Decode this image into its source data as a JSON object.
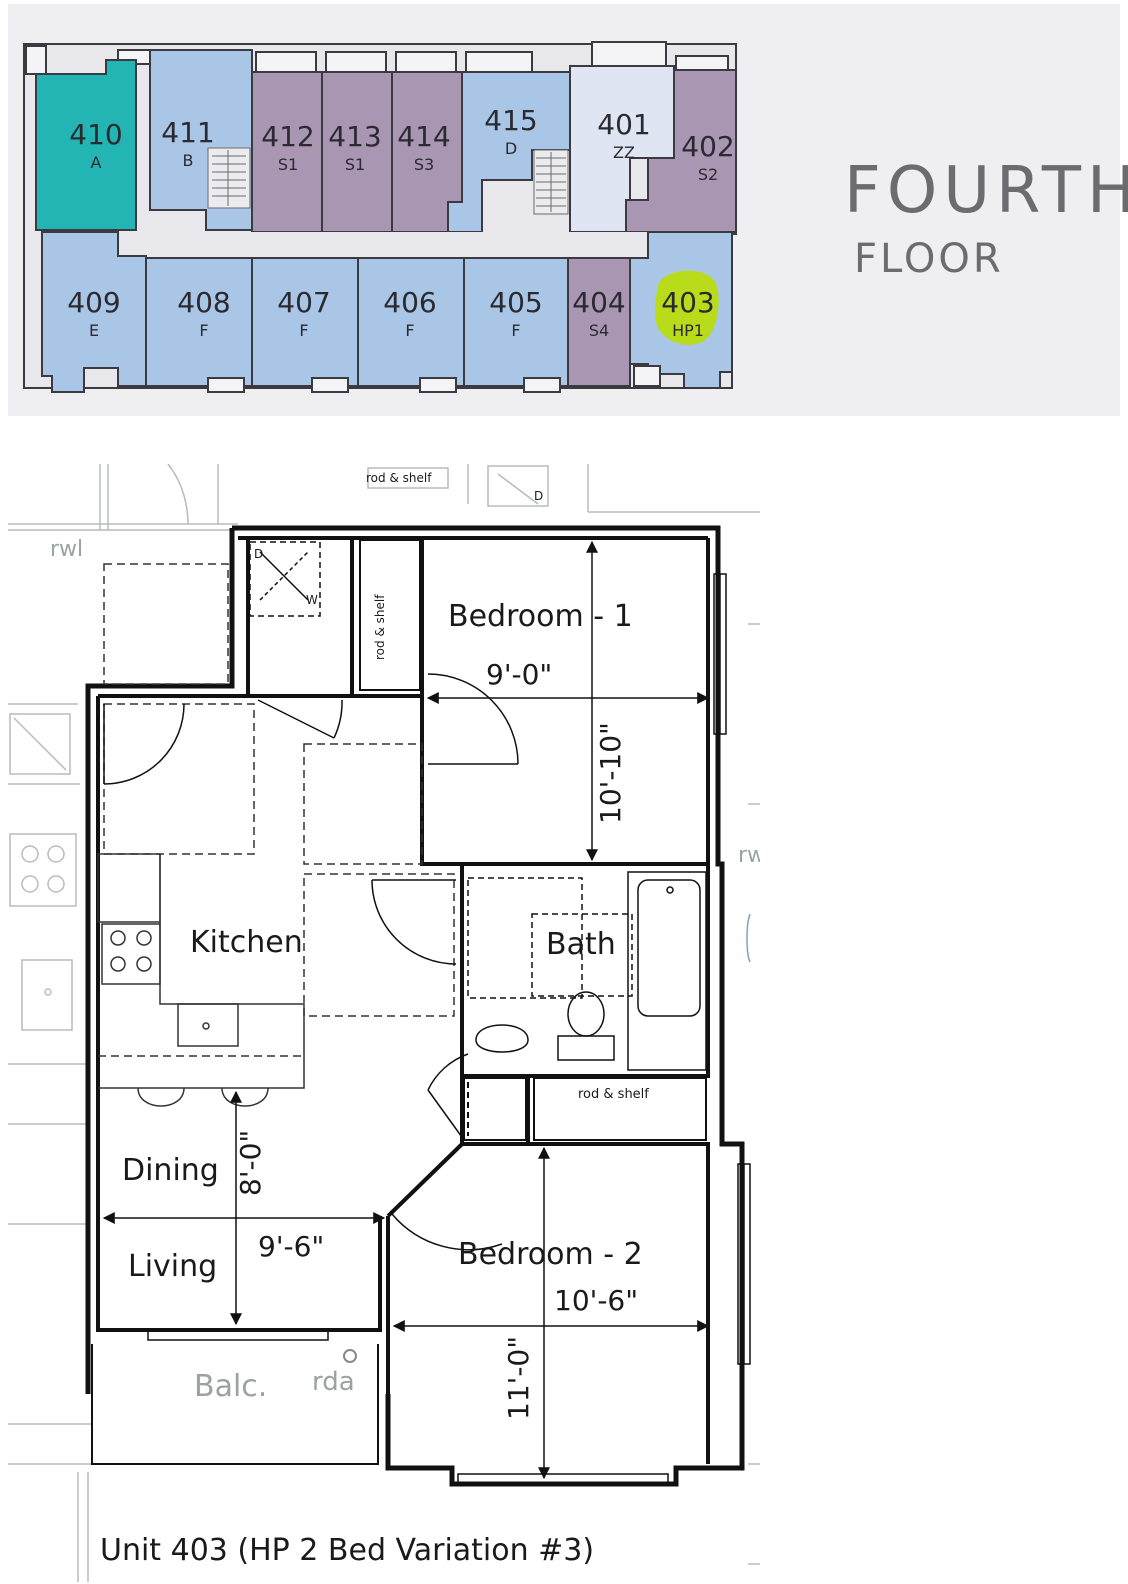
{
  "key_plan": {
    "title": "FOURTH",
    "subtitle": "FLOOR",
    "colors": {
      "teal": "#23b5b3",
      "blue": "#aac6e7",
      "purple": "#a996b2",
      "light": "#dfe5f2",
      "highlight": "#b8dc1a",
      "outline": "#3a3a40"
    },
    "units": [
      {
        "number": "410",
        "type": "A"
      },
      {
        "number": "411",
        "type": "B"
      },
      {
        "number": "412",
        "type": "S1"
      },
      {
        "number": "413",
        "type": "S1"
      },
      {
        "number": "414",
        "type": "S3"
      },
      {
        "number": "415",
        "type": "D"
      },
      {
        "number": "401",
        "type": "ZZ"
      },
      {
        "number": "402",
        "type": "S2"
      },
      {
        "number": "409",
        "type": "E"
      },
      {
        "number": "408",
        "type": "F"
      },
      {
        "number": "407",
        "type": "F"
      },
      {
        "number": "406",
        "type": "F"
      },
      {
        "number": "405",
        "type": "F"
      },
      {
        "number": "404",
        "type": "S4"
      },
      {
        "number": "403",
        "type": "HP1"
      }
    ]
  },
  "floor_plan": {
    "rooms": {
      "bedroom1": "Bedroom - 1",
      "kitchen": "Kitchen",
      "bath": "Bath",
      "dining": "Dining",
      "living": "Living",
      "bedroom2": "Bedroom - 2",
      "balcony": "Balc."
    },
    "dimensions": {
      "bedroom1_width": "9'-0\"",
      "bedroom1_depth": "10'-10\"",
      "living_depth": "8'-0\"",
      "living_width": "9'-6\"",
      "bedroom2_width": "10'-6\"",
      "bedroom2_depth": "11'-0\""
    },
    "notes": {
      "rod_shelf_top": "rod & shelf",
      "rod_shelf_closet": "rod & shelf",
      "rod_shelf_hall": "rod & shelf",
      "rwl_left": "rwl",
      "rwl_right": "rw",
      "rda": "rda",
      "washer_dryer_d": "D",
      "washer_dryer_w": "W",
      "top_d": "D"
    },
    "caption": "Unit 403 (HP 2 Bed Variation #3)"
  }
}
